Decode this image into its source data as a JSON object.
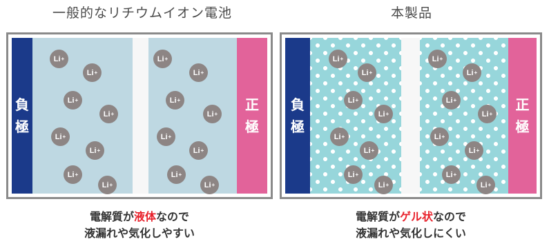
{
  "left": {
    "title": "一般的なリチウムイオン電池",
    "negative_label": [
      "負",
      "極"
    ],
    "positive_label": [
      "正",
      "極"
    ],
    "ion_label": "Li",
    "ion_charge": "+",
    "caption_line1_pre": "電解質が",
    "caption_line1_highlight": "液体",
    "caption_line1_post": "なので",
    "caption_line2": "液漏れや気化しやすい"
  },
  "right": {
    "title": "本製品",
    "negative_label": [
      "負",
      "極"
    ],
    "positive_label": [
      "正",
      "極"
    ],
    "ion_label": "Li",
    "ion_charge": "+",
    "caption_line1_pre": "電解質が",
    "caption_line1_highlight": "ゲル状",
    "caption_line1_post": "なので",
    "caption_line2": "液漏れや気化しにくい"
  },
  "colors": {
    "negative_electrode": "#1b3a8a",
    "positive_electrode": "#e2639a",
    "liquid_electrolyte": "#bed8e2",
    "gel_electrolyte": "#97d6db",
    "ion": "#8d8584",
    "highlight": "#e8212b"
  }
}
